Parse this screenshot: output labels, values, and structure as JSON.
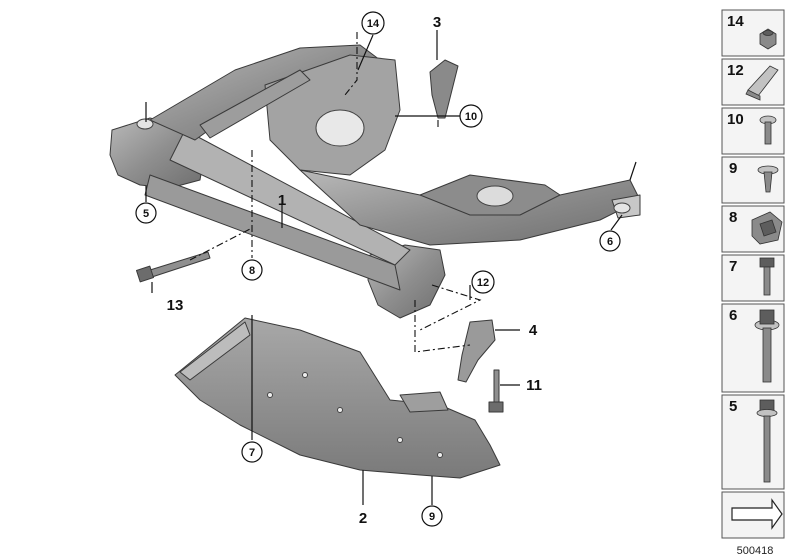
{
  "diagram": {
    "callouts": {
      "c1": "1",
      "c2": "2",
      "c3": "3",
      "c4": "4",
      "c5": "5",
      "c6": "6",
      "c7": "7",
      "c8": "8",
      "c9": "9",
      "c10": "10",
      "c11": "11",
      "c12": "12",
      "c13": "13",
      "c14": "14"
    },
    "legend": [
      {
        "label": "14",
        "icon": "hex-nut-icon"
      },
      {
        "label": "12",
        "icon": "bracket-clip-icon"
      },
      {
        "label": "10",
        "icon": "torx-screw-icon"
      },
      {
        "label": "9",
        "icon": "expanding-rivet-icon"
      },
      {
        "label": "8",
        "icon": "clip-nut-icon"
      },
      {
        "label": "7",
        "icon": "hex-bolt-icon"
      },
      {
        "label": "6",
        "icon": "flange-bolt-icon"
      },
      {
        "label": "5",
        "icon": "long-bolt-icon"
      },
      {
        "label": "",
        "icon": "direction-arrow-icon"
      }
    ],
    "doc_number": "500418"
  }
}
